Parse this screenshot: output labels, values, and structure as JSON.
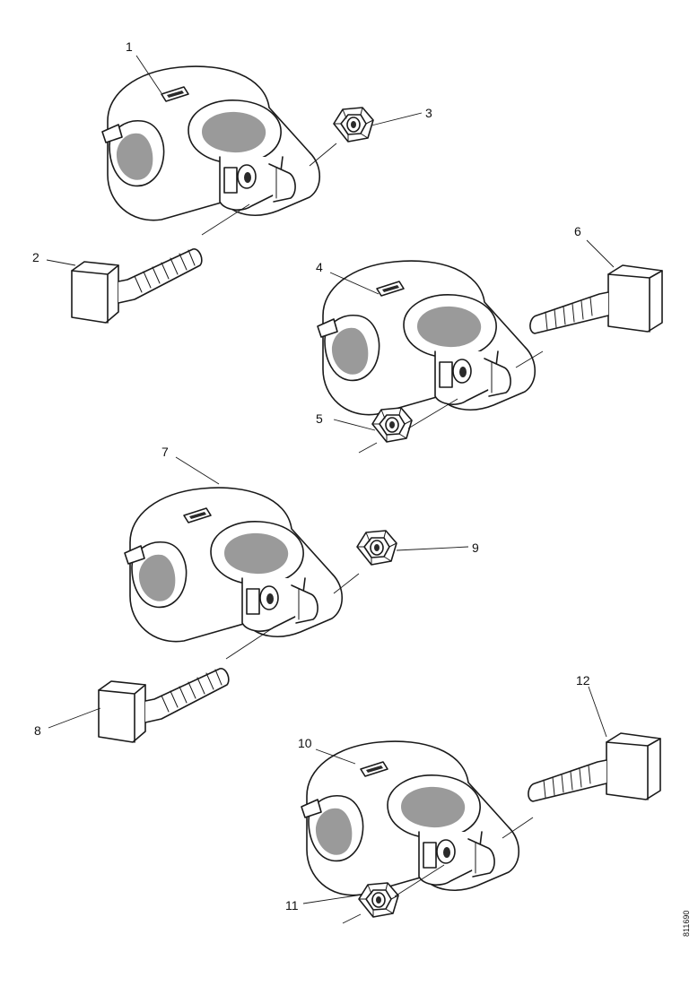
{
  "callouts": [
    {
      "id": "1",
      "text": "1"
    },
    {
      "id": "2",
      "text": "2"
    },
    {
      "id": "3",
      "text": "3"
    },
    {
      "id": "4",
      "text": "4"
    },
    {
      "id": "5",
      "text": "5"
    },
    {
      "id": "6",
      "text": "6"
    },
    {
      "id": "7",
      "text": "7"
    },
    {
      "id": "8",
      "text": "8"
    },
    {
      "id": "9",
      "text": "9"
    },
    {
      "id": "10",
      "text": "10"
    },
    {
      "id": "11",
      "text": "11"
    },
    {
      "id": "12",
      "text": "12"
    }
  ],
  "figure_code": "811690"
}
